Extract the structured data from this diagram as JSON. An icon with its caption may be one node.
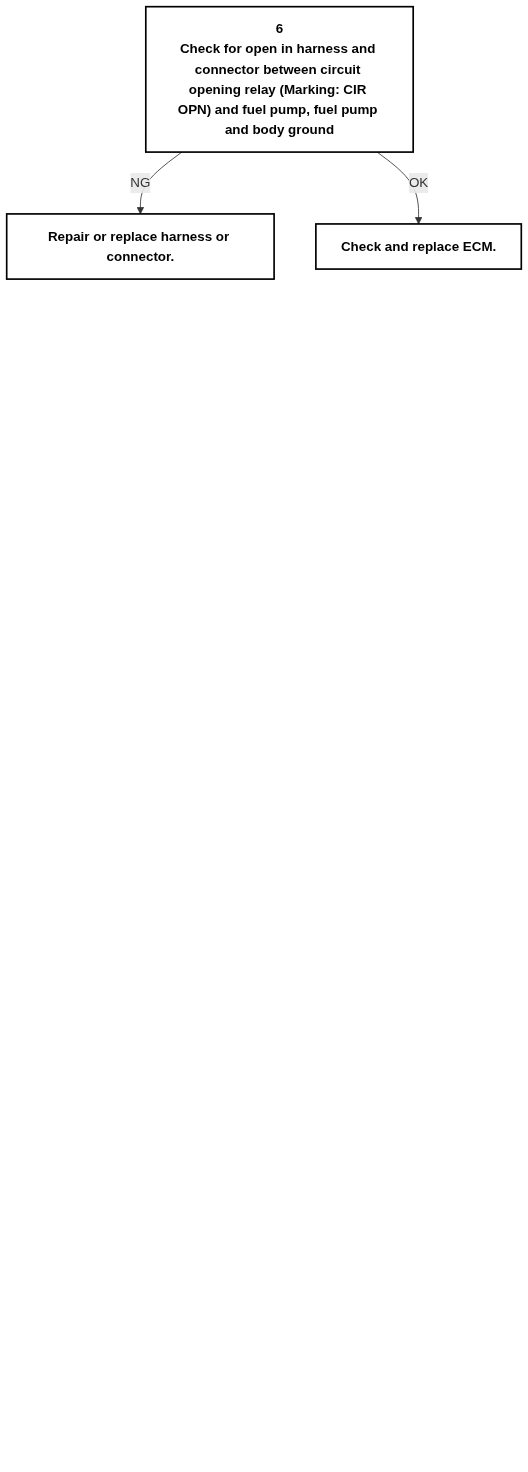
{
  "diagram": {
    "nodes": [
      {
        "text": [
          "6",
          "Check for open in harness and connector between circuit opening relay (Marking: CIR OPN) and fuel pump, fuel pump and body ground"
        ]
      },
      {
        "text": [
          "Repair or replace harness or connector."
        ]
      },
      {
        "text": [
          "Check and replace ECM."
        ]
      }
    ],
    "edges": [
      {
        "from": 0,
        "to": 1,
        "arrow": "to",
        "label": "NG"
      },
      {
        "from": 0,
        "to": 2,
        "arrow": "to",
        "label": "OK"
      }
    ]
  }
}
